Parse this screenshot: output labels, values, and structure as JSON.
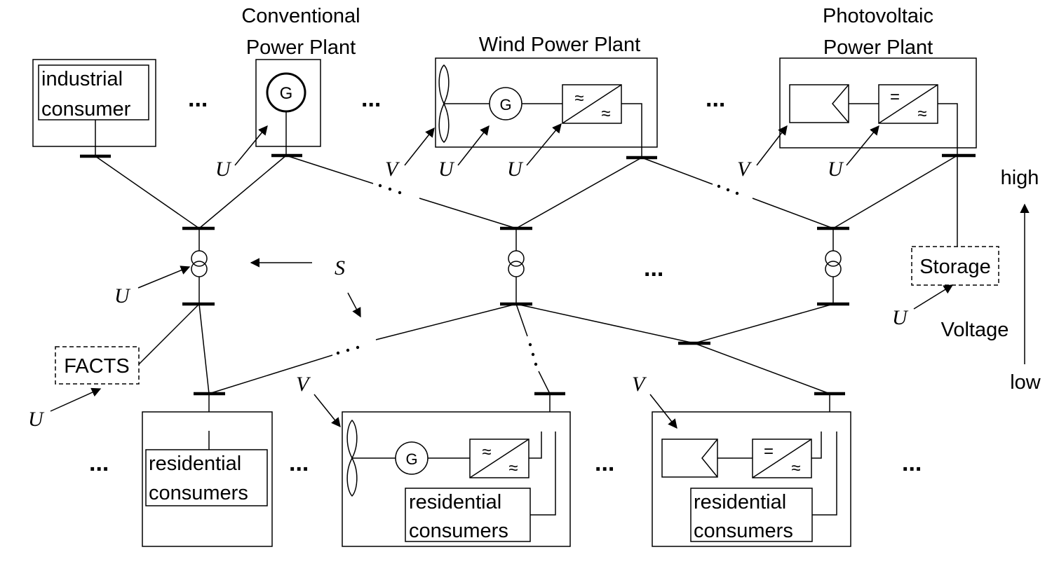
{
  "labels": {
    "conventional_plant": [
      "Conventional",
      "Power Plant"
    ],
    "wind_plant": "Wind Power Plant",
    "pv_plant": [
      "Photovoltaic",
      "Power Plant"
    ],
    "industrial_consumer": [
      "industrial",
      "consumer"
    ],
    "residential_consumers": [
      "residential",
      "consumers"
    ],
    "storage": "Storage",
    "facts": "FACTS",
    "generator": "G",
    "ellipsis": "...",
    "voltage_axis": {
      "high": "high",
      "title": "Voltage",
      "low": "low"
    }
  },
  "symbols": {
    "U": "U",
    "V": "V",
    "S": "S",
    "ac": "≈",
    "dc": "="
  }
}
